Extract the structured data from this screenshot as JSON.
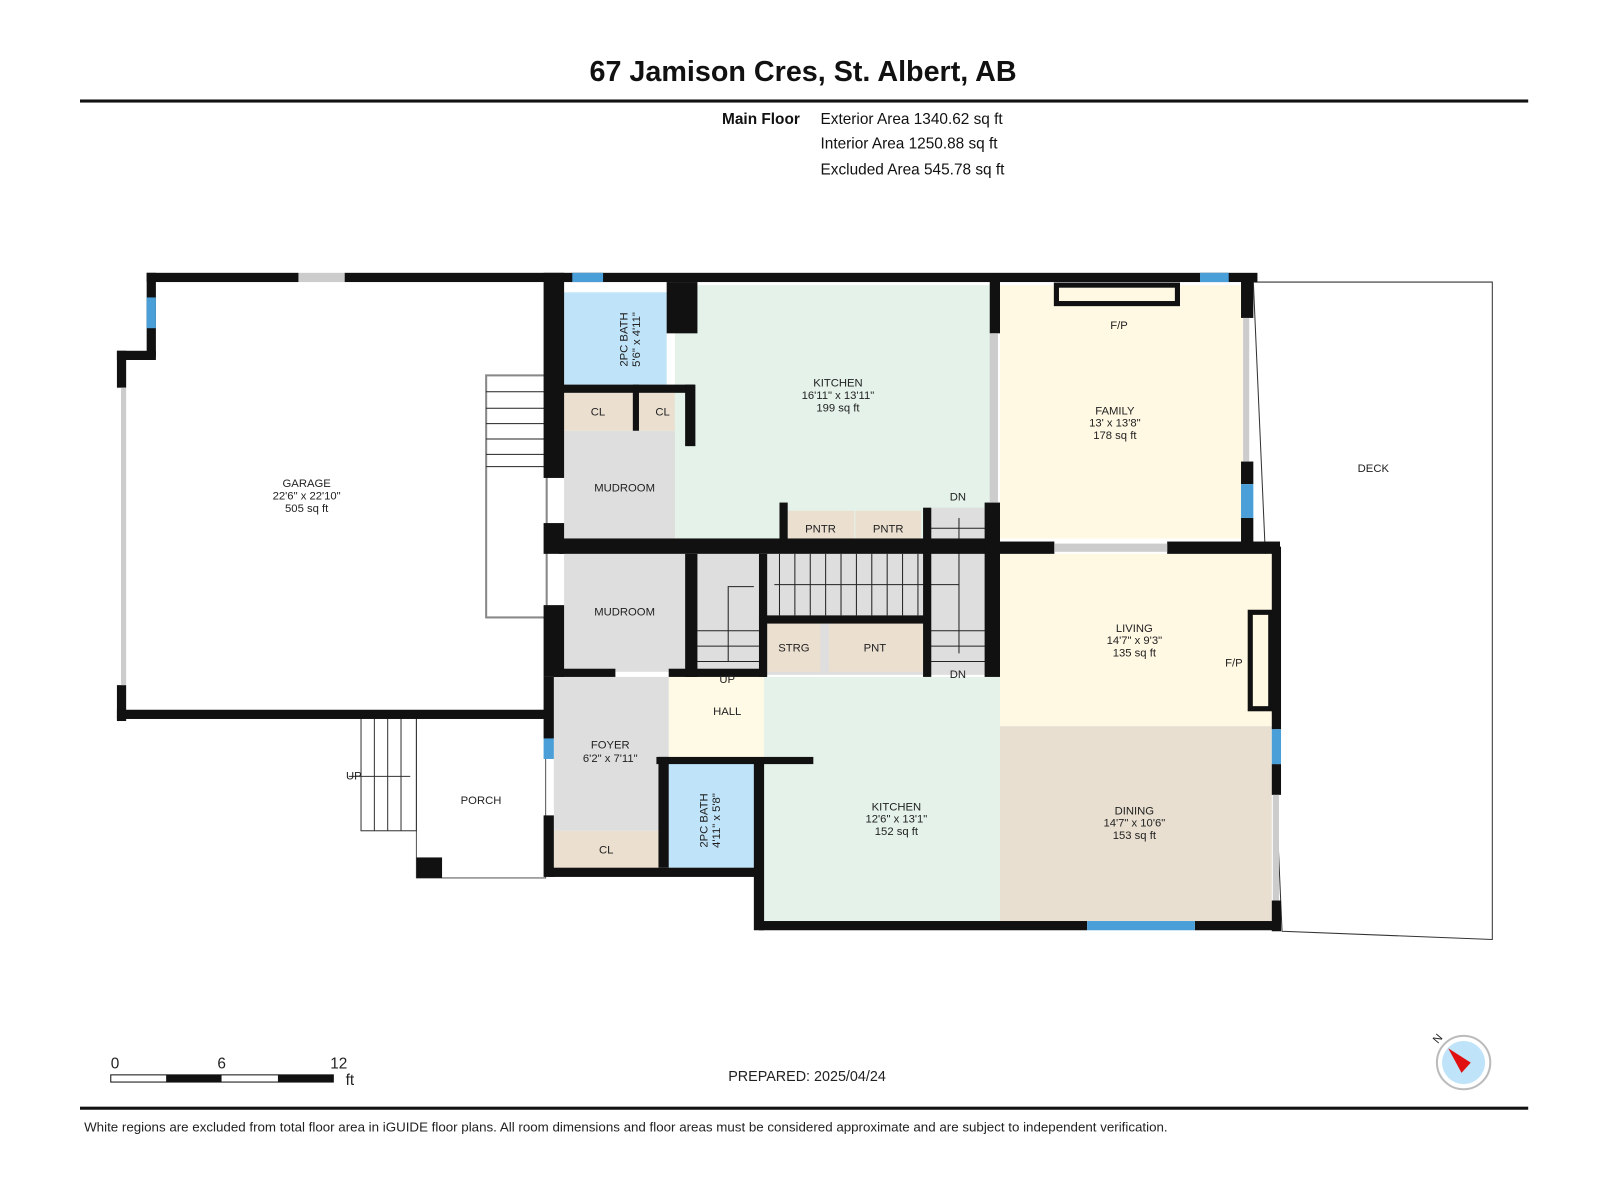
{
  "title": "67 Jamison Cres, St. Albert, AB",
  "floor": {
    "name": "Main Floor",
    "areas": [
      "Exterior Area 1340.62 sq ft",
      "Interior Area 1250.88 sq ft",
      "Excluded Area 545.78 sq ft"
    ]
  },
  "rooms": {
    "garage": {
      "name": "GARAGE",
      "dims": "22'6\" x 22'10\"",
      "area": "505 sq ft"
    },
    "bath_upper": {
      "name": "2PC BATH",
      "dims": "5'6\" x 4'11\""
    },
    "kitchen_upper": {
      "name": "KITCHEN",
      "dims": "16'11\" x 13'11\"",
      "area": "199 sq ft"
    },
    "family": {
      "name": "FAMILY",
      "dims": "13' x 13'8\"",
      "area": "178 sq ft",
      "fp": "F/P"
    },
    "deck": {
      "name": "DECK"
    },
    "cl1": "CL",
    "cl2": "CL",
    "cl3": "CL",
    "mudroom1": "MUDROOM",
    "mudroom2": "MUDROOM",
    "pntr1": "PNTR",
    "pntr2": "PNTR",
    "strg": "STRG",
    "pnt": "PNT",
    "dn1": "DN",
    "dn2": "DN",
    "up_hall": "UP",
    "up_porch": "UP",
    "hall": "HALL",
    "living": {
      "name": "LIVING",
      "dims": "14'7\" x 9'3\"",
      "area": "135 sq ft",
      "fp": "F/P"
    },
    "foyer": {
      "name": "FOYER",
      "dims": "6'2\" x 7'11\""
    },
    "porch": "PORCH",
    "bath_lower": {
      "name": "2PC BATH",
      "dims": "4'11\" x 5'8\""
    },
    "kitchen_lower": {
      "name": "KITCHEN",
      "dims": "12'6\" x 13'1\"",
      "area": "152 sq ft"
    },
    "dining": {
      "name": "DINING",
      "dims": "14'7\" x 10'6\"",
      "area": "153 sq ft"
    }
  },
  "scale": {
    "ticks": [
      "0",
      "6",
      "12"
    ],
    "unit": "ft"
  },
  "prepared": "PREPARED: 2025/04/24",
  "compass": {
    "label": "N"
  },
  "disclaimer": "White regions are excluded from total floor area in iGUIDE floor plans. All room dimensions and floor areas must be considered approximate and are subject to independent verification.",
  "colors": {
    "kitchen": "#e4f2ea",
    "living": "#fff8e3",
    "dining": "#e8dfd0",
    "bath": "#bfe3f8",
    "closet": "#ebdfcf",
    "utility": "#dedede",
    "window": "#4a9fd8",
    "wall": "#111111"
  }
}
